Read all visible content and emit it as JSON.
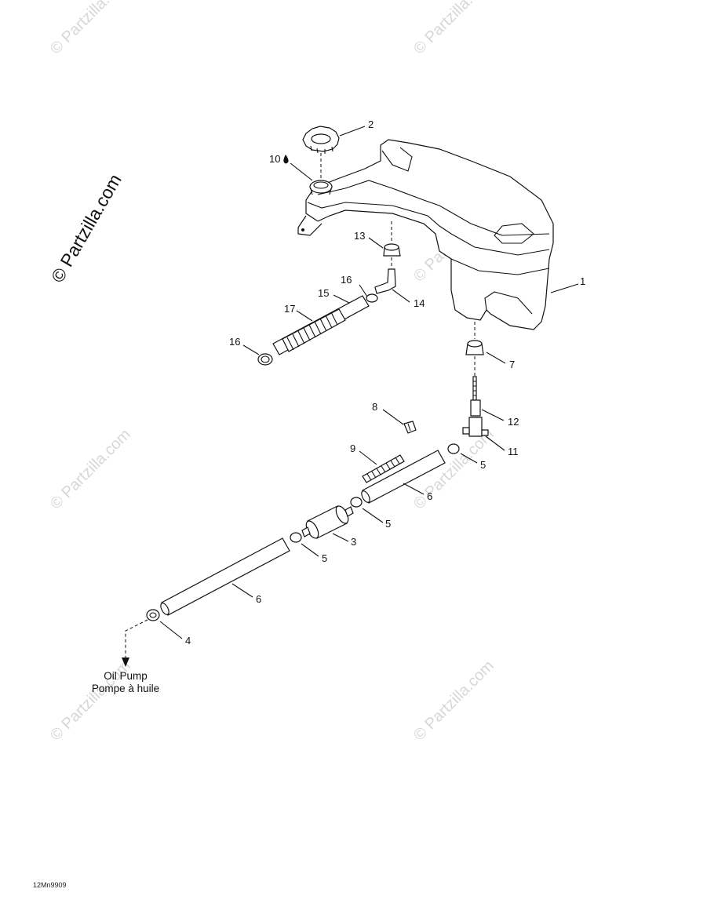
{
  "watermark": {
    "text": "© Partzilla.com",
    "main_text": "© Partzilla.com"
  },
  "callouts": {
    "c1": "1",
    "c2": "2",
    "c3": "3",
    "c4": "4",
    "c5a": "5",
    "c5b": "5",
    "c5c": "5",
    "c6a": "6",
    "c6b": "6",
    "c7": "7",
    "c8": "8",
    "c9": "9",
    "c10": "10",
    "c11": "11",
    "c12": "12",
    "c13": "13",
    "c14": "14",
    "c15": "15",
    "c16a": "16",
    "c16b": "16",
    "c17": "17"
  },
  "destination": {
    "line1": "Oil Pump",
    "line2": "Pompe à huile"
  },
  "drawing_code": "12Mn9909",
  "colors": {
    "ink": "#111111",
    "watermark": "#d7d7d7"
  }
}
